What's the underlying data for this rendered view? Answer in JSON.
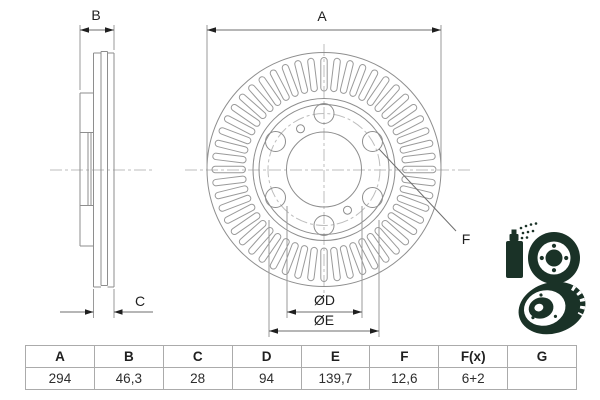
{
  "drawing": {
    "view_side": {
      "label_b": "B",
      "label_c": "C"
    },
    "view_front": {
      "label_a": "A",
      "label_f": "F",
      "label_d": "ØD",
      "label_e": "ØE"
    }
  },
  "icons": {
    "coating": "spray-coating-icon",
    "vented": "vented-disc-icon",
    "color": "#1a3227"
  },
  "colors": {
    "line_gray": "#8e8e8e",
    "centerline_gray": "#bdbdbd",
    "text_dark": "#1f1f1f",
    "table_border": "#ababab",
    "icon_green": "#1a3227"
  },
  "table": {
    "headers": [
      "A",
      "B",
      "C",
      "D",
      "E",
      "F",
      "F(x)",
      "G"
    ],
    "values": [
      "294",
      "46,3",
      "28",
      "94",
      "139,7",
      "12,6",
      "6+2",
      ""
    ]
  }
}
